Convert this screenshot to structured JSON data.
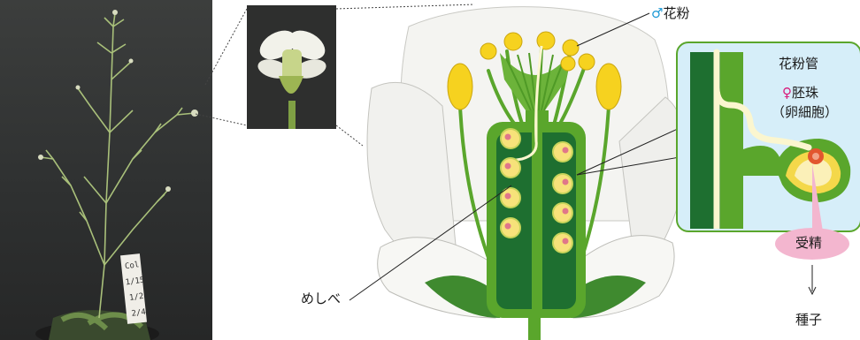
{
  "labels": {
    "male_symbol": "♂",
    "pollen": "花粉",
    "pollen_tube": "花粉管",
    "female_symbol": "♀",
    "ovule": "胚珠",
    "egg_cell": "（卵細胞）",
    "fertilization": "受精",
    "pistil": "めしべ",
    "arrow": "↓",
    "seed": "種子"
  },
  "photo_tag": {
    "lines": [
      "Col",
      "1/15",
      "1/2",
      "2/4"
    ]
  },
  "colors": {
    "male": "#1e9ad6",
    "female": "#d9197a",
    "stem_green": "#5aa62c",
    "dark_green": "#1e6f30",
    "pollen_yellow": "#f6d21f",
    "inset_bg": "#d6eef9",
    "fert_pink": "#f3b6cf"
  },
  "icons": [
    "arabidopsis-plant-photo",
    "flower-closeup-photo",
    "flower-cross-section-diagram",
    "ovule-inset-diagram"
  ]
}
